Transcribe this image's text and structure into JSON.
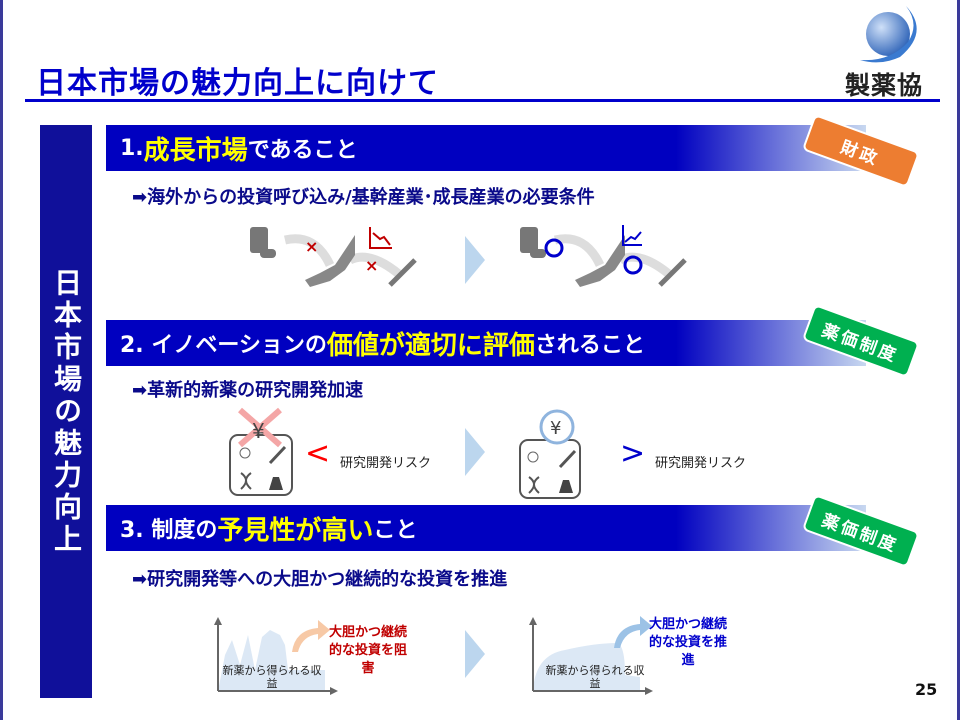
{
  "header": {
    "title": "日本市場の魅力向上に向けて",
    "logo_text": "製薬協"
  },
  "side_label": "日本市場の魅力向上",
  "sections": [
    {
      "prefix": "1. ",
      "highlight": "成長市場",
      "suffix": "であること",
      "badge": "財政",
      "subtitle": "➡海外からの投資呼び込み/基幹産業･成長産業の必要条件"
    },
    {
      "prefix": "2. イノベーションの",
      "highlight": "価値が適切に評価",
      "suffix": "されること",
      "badge": "薬価制度",
      "subtitle": "➡革新的新薬の研究開発加速",
      "left_compare": "<",
      "right_compare": ">",
      "risk_label": "研究開発リスク",
      "yen": "¥"
    },
    {
      "prefix": "3. 制度の",
      "highlight": "予見性が高い",
      "suffix": "こと",
      "badge": "薬価制度",
      "subtitle": "➡研究開発等への大胆かつ継続的な投資を推進",
      "chart_label": "新薬から得られる収益",
      "before_note": "大胆かつ継続的な投資を阻害",
      "after_note": "大胆かつ継続的な投資を推進"
    }
  ],
  "page_number": "25",
  "colors": {
    "brand_blue": "#0000c0",
    "highlight": "#ffff00",
    "finance_badge": "#ed7d31",
    "pricing_badge": "#00b050",
    "bad": "#c00000",
    "good": "#0000cc"
  }
}
